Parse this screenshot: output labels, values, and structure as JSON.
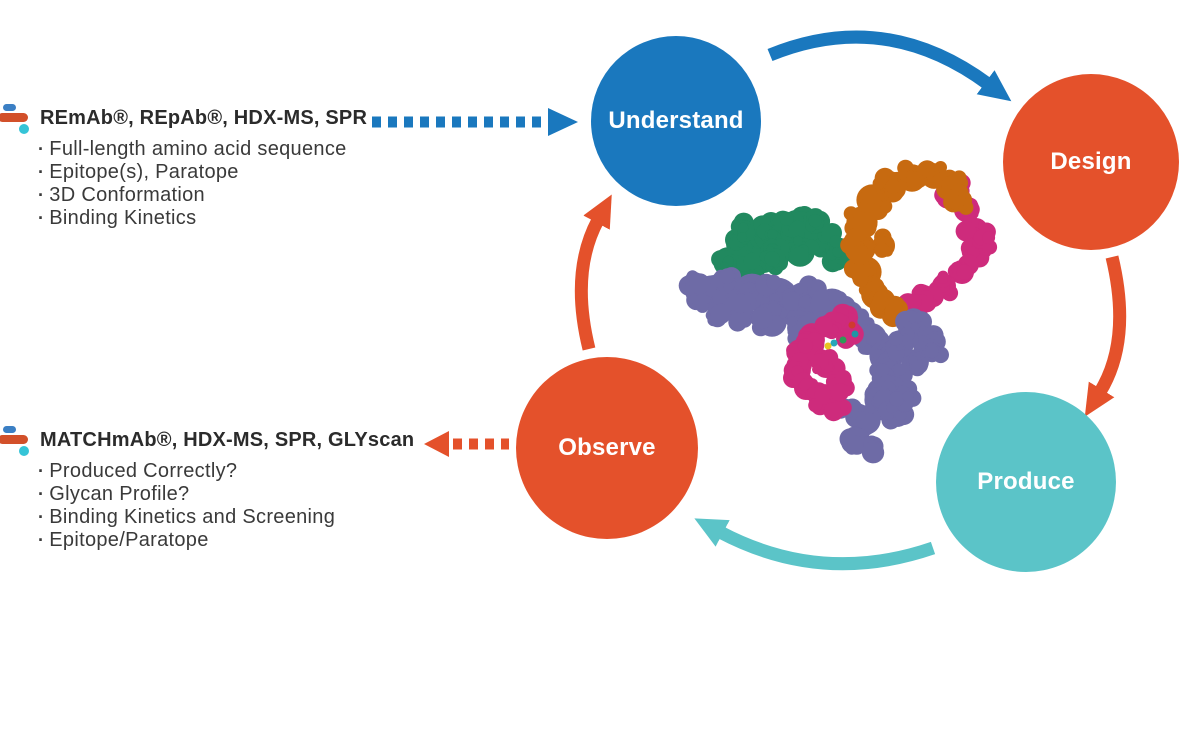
{
  "colors": {
    "blue": "#1a78be",
    "orange": "#e4512b",
    "teal": "#5bc4c8",
    "heading_text": "#2b2b2b",
    "body_text": "#3a3a3a",
    "label_text": "#ffffff"
  },
  "logo_mark": {
    "bar_blue": "#3b7fc4",
    "bar_orange": "#d2502a",
    "dot_teal": "#35c4d7"
  },
  "panels": [
    {
      "heading": "REmAb®, REpAb®, HDX-MS, SPR",
      "bullet_char": "·",
      "bullets": [
        "Full-length amino acid sequence",
        "Epitope(s), Paratope",
        "3D Conformation",
        "Binding Kinetics"
      ]
    },
    {
      "heading": "MATCHmAb®, HDX-MS, SPR, GLYscan",
      "bullet_char": "·",
      "bullets": [
        "Produced Correctly?",
        "Glycan Profile?",
        "Binding Kinetics and Screening",
        "Epitope/Paratope"
      ]
    }
  ],
  "cycle": {
    "steps": [
      {
        "label": "Understand",
        "color": "#1a78be"
      },
      {
        "label": "Design",
        "color": "#e4512b"
      },
      {
        "label": "Produce",
        "color": "#5bc4c8"
      },
      {
        "label": "Observe",
        "color": "#e4512b"
      }
    ]
  },
  "molecule": {
    "description": "antibody-surface-model",
    "domains": [
      {
        "name": "fab-left-green",
        "color": "#21895f",
        "nodes": [
          [
            728,
            262,
            16
          ],
          [
            748,
            248,
            18
          ],
          [
            772,
            234,
            20
          ],
          [
            798,
            228,
            20
          ],
          [
            822,
            238,
            17
          ],
          [
            838,
            252,
            14
          ],
          [
            800,
            252,
            16
          ],
          [
            775,
            258,
            15
          ],
          [
            752,
            268,
            13
          ],
          [
            745,
            230,
            10
          ],
          [
            815,
            222,
            10
          ]
        ]
      },
      {
        "name": "fab-left-slate",
        "color": "#6e6ba6",
        "nodes": [
          [
            706,
            296,
            16
          ],
          [
            728,
            288,
            18
          ],
          [
            752,
            292,
            20
          ],
          [
            778,
            298,
            22
          ],
          [
            805,
            302,
            22
          ],
          [
            832,
            306,
            19
          ],
          [
            850,
            314,
            14
          ],
          [
            740,
            312,
            14
          ],
          [
            772,
            322,
            16
          ],
          [
            800,
            328,
            14
          ],
          [
            695,
            282,
            10
          ],
          [
            716,
            316,
            10
          ]
        ]
      },
      {
        "name": "fab-right-magenta",
        "color": "#ce2b7c",
        "nodes": [
          [
            950,
            196,
            12
          ],
          [
            966,
            210,
            13
          ],
          [
            976,
            230,
            13
          ],
          [
            974,
            252,
            13
          ],
          [
            962,
            272,
            13
          ],
          [
            944,
            286,
            13
          ],
          [
            924,
            296,
            12
          ],
          [
            908,
            306,
            10
          ],
          [
            985,
            244,
            9
          ],
          [
            958,
            186,
            10
          ]
        ]
      },
      {
        "name": "fab-right-orange",
        "color": "#c76a10",
        "nodes": [
          [
            875,
            295,
            15
          ],
          [
            866,
            272,
            17
          ],
          [
            860,
            248,
            17
          ],
          [
            862,
            222,
            17
          ],
          [
            872,
            200,
            17
          ],
          [
            890,
            186,
            16
          ],
          [
            912,
            178,
            15
          ],
          [
            934,
            176,
            14
          ],
          [
            952,
            186,
            13
          ],
          [
            962,
            200,
            11
          ],
          [
            884,
            246,
            12
          ],
          [
            884,
            300,
            12
          ],
          [
            895,
            308,
            10
          ]
        ]
      },
      {
        "name": "fc-stem-slate",
        "color": "#6e6ba6",
        "nodes": [
          [
            858,
            322,
            13
          ],
          [
            872,
            338,
            16
          ],
          [
            886,
            356,
            18
          ],
          [
            890,
            378,
            18
          ],
          [
            880,
            400,
            17
          ],
          [
            866,
            420,
            16
          ],
          [
            858,
            440,
            13
          ],
          [
            872,
            452,
            10
          ],
          [
            912,
            330,
            15
          ],
          [
            930,
            344,
            13
          ],
          [
            932,
            352,
            11
          ],
          [
            916,
            362,
            14
          ],
          [
            900,
            344,
            15
          ],
          [
            845,
            408,
            10
          ],
          [
            896,
            414,
            12
          ],
          [
            905,
            396,
            11
          ]
        ]
      },
      {
        "name": "fc-stem-magenta",
        "color": "#ce2b7c",
        "nodes": [
          [
            846,
            318,
            11
          ],
          [
            830,
            326,
            13
          ],
          [
            812,
            336,
            14
          ],
          [
            800,
            352,
            14
          ],
          [
            798,
            370,
            14
          ],
          [
            806,
            388,
            13
          ],
          [
            820,
            400,
            12
          ],
          [
            836,
            408,
            10
          ],
          [
            826,
            366,
            13
          ],
          [
            840,
            385,
            11
          ],
          [
            852,
            336,
            9
          ]
        ]
      }
    ],
    "hinge_dots": [
      [
        852,
        325,
        3.5,
        "#d03a30"
      ],
      [
        855,
        334,
        3.5,
        "#1d96a5"
      ],
      [
        843,
        340,
        3.5,
        "#2e9a57"
      ],
      [
        834,
        343,
        3.5,
        "#28a7b8"
      ],
      [
        828,
        346,
        3.5,
        "#e7c522"
      ]
    ]
  }
}
